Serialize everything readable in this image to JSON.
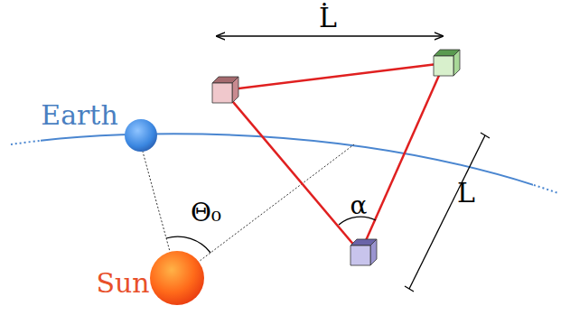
{
  "diagram": {
    "labels": [
      "L̇",
      "Earth",
      "Θ₀",
      "α",
      "L",
      "Sun"
    ]
  }
}
